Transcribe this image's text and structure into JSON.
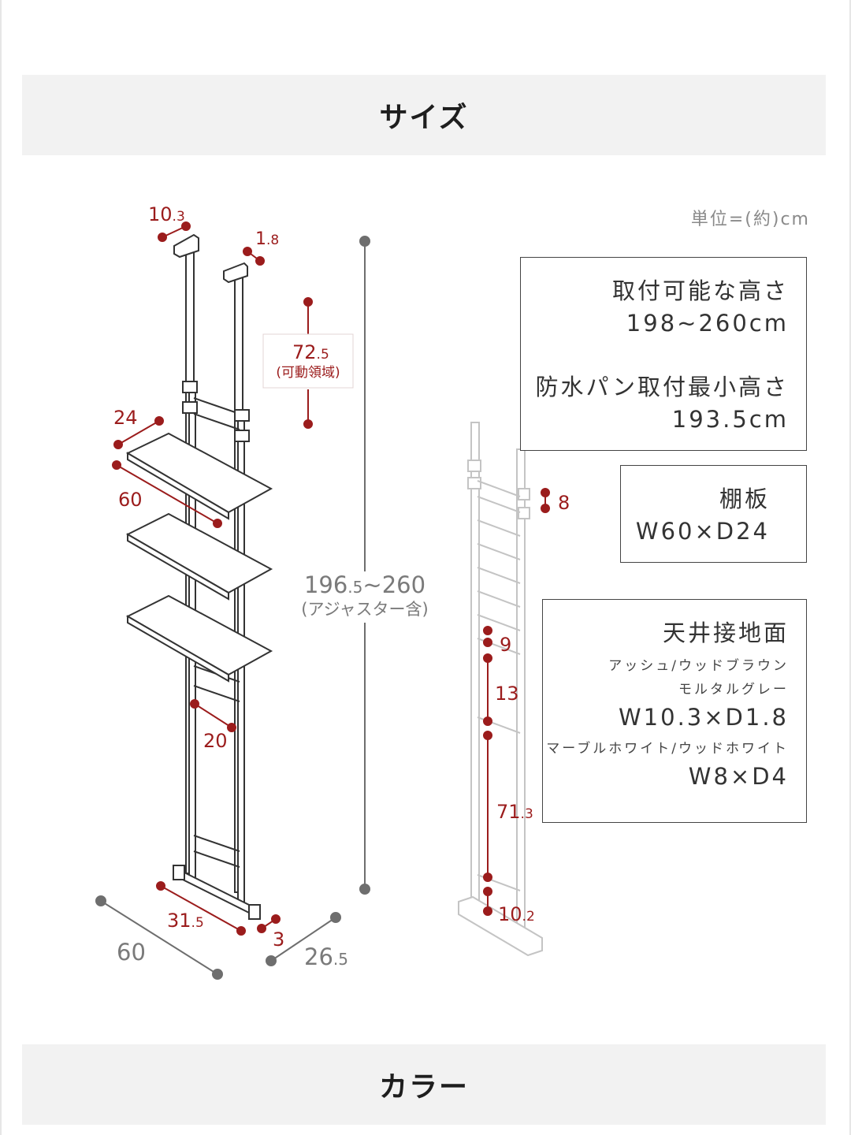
{
  "section_size": {
    "title": "サイズ"
  },
  "section_color": {
    "title": "カラー"
  },
  "unit_note": "単位=(約)cm",
  "box_height": {
    "label1": "取付可能な高さ",
    "value1": "198~260cm",
    "label2": "防水パン取付最小高さ",
    "value2": "193.5cm"
  },
  "box_shelf": {
    "label": "棚板",
    "value": "W60×D24"
  },
  "box_ceiling": {
    "label": "天井接地面",
    "variant1": "アッシュ/ウッドブラウン",
    "variant1b": "モルタルグレー",
    "value1": "W10.3×D1.8",
    "variant2": "マーブルホワイト/ウッドホワイト",
    "value2": "W8×D4"
  },
  "dims_left": {
    "top_width_main": "10",
    "top_width_sub": ".3",
    "top_depth_main": "1",
    "top_depth_sub": ".8",
    "adjust_main": "72",
    "adjust_sub": ".5",
    "adjust_note": "(可動領域)",
    "shelf_depth": "24",
    "shelf_width": "60",
    "total_height_main": "196",
    "total_height_sub": ".5",
    "total_height_rest": "~260",
    "total_height_note": "(アジャスター含)",
    "rail_gap": "20",
    "base_inner_main": "31",
    "base_inner_sub": ".5",
    "foot": "3",
    "base_width": "60",
    "base_depth_main": "26",
    "base_depth_sub": ".5"
  },
  "dims_right": {
    "hook_gap": "8",
    "rung_1": "9",
    "rung_2": "13",
    "rung_3_main": "71",
    "rung_3_sub": ".3",
    "rung_4_main": "10",
    "rung_4_sub": ".2"
  }
}
